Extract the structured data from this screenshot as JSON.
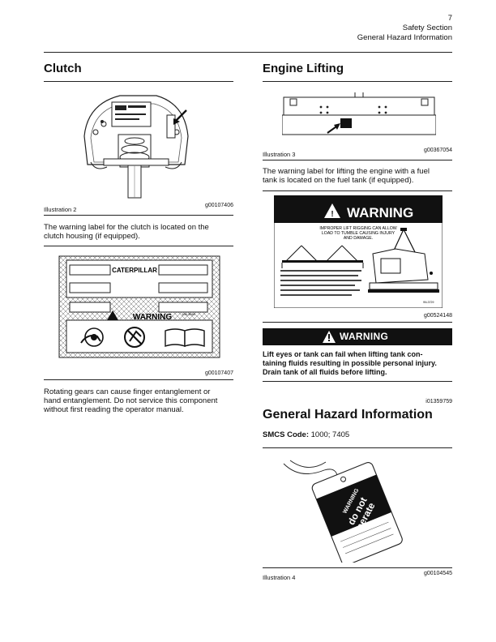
{
  "header": {
    "page_number": "7",
    "section": "Safety Section",
    "subsection": "General Hazard Information"
  },
  "left": {
    "clutch_title": "Clutch",
    "illustration2_label": "Illustration 2",
    "illustration2_id": "g00107406",
    "clutch_text_1": "The warning label for the clutch is located on the",
    "clutch_text_2": "clutch housing (if equipped).",
    "label_brand": "CATERPILLAR",
    "label_part_number": "108-3560",
    "label_warning": "WARNING",
    "label_image_id": "g00107407",
    "rotating_text_1": "Rotating gears can cause finger entanglement or",
    "rotating_text_2": "hand entanglement. Do not service this component",
    "rotating_text_3": "without first reading the operator manual."
  },
  "right": {
    "engine_lifting_title": "Engine Lifting",
    "illustration3_label": "Illustration 3",
    "illustration3_id": "g00367054",
    "lifting_text_1": "The warning label for lifting the engine with a fuel",
    "lifting_text_2": "tank is located on the fuel tank (if equipped).",
    "lift_label_warning": "WARNING",
    "lift_label_heading_1": "IMPROPER LIFT RIGGING CAN ALLOW",
    "lift_label_heading_2": "LOAD TO TUMBLE CAUSING INJURY",
    "lift_label_heading_3": "AND DAMAGE.",
    "lift_label_part": "9N-3729",
    "lift_image_id": "g00524148",
    "warning_box_label": "WARNING",
    "warning_text_1": "Lift eyes or tank can fail when lifting tank con-",
    "warning_text_2": "taining fluids resulting in possible personal injury.",
    "warning_text_3": "Drain tank of all fluids before lifting.",
    "ref_id": "i01359759",
    "general_title": "General Hazard Information",
    "smcs_label": "SMCS Code:",
    "smcs_value": " 1000; 7405",
    "tag_text_warning": "WARNING",
    "tag_text_do_not": "do not",
    "tag_text_operate": "operate",
    "illustration4_label": "Illustration 4",
    "illustration4_id": "g00104545"
  }
}
